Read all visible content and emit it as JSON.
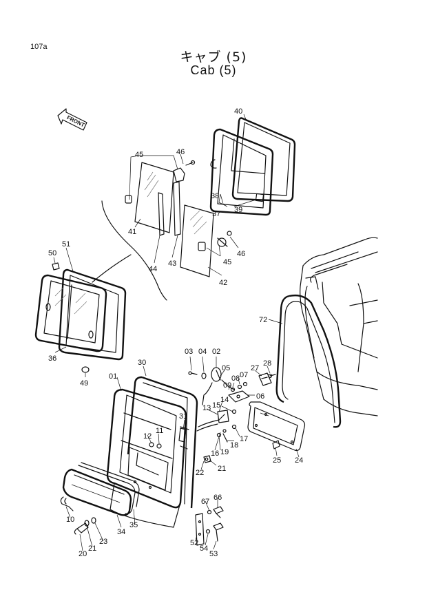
{
  "header": {
    "page_code": "107a",
    "title_jp": "キャブ (5)",
    "title_en": "Cab (5)"
  },
  "front_arrow": {
    "label": "FRONT"
  },
  "callouts": [
    {
      "id": "c40",
      "label": "40"
    },
    {
      "id": "c45a",
      "label": "45"
    },
    {
      "id": "c46a",
      "label": "46"
    },
    {
      "id": "c38",
      "label": "38"
    },
    {
      "id": "c37",
      "label": "37"
    },
    {
      "id": "c39",
      "label": "39"
    },
    {
      "id": "c41",
      "label": "41"
    },
    {
      "id": "c44",
      "label": "44"
    },
    {
      "id": "c43",
      "label": "43"
    },
    {
      "id": "c46b",
      "label": "46"
    },
    {
      "id": "c45b",
      "label": "45"
    },
    {
      "id": "c42",
      "label": "42"
    },
    {
      "id": "c51",
      "label": "51"
    },
    {
      "id": "c50",
      "label": "50"
    },
    {
      "id": "c36",
      "label": "36"
    },
    {
      "id": "c49",
      "label": "49"
    },
    {
      "id": "c72",
      "label": "72"
    },
    {
      "id": "c03",
      "label": "03"
    },
    {
      "id": "c04",
      "label": "04"
    },
    {
      "id": "c02",
      "label": "02"
    },
    {
      "id": "c05",
      "label": "05"
    },
    {
      "id": "c27",
      "label": "27"
    },
    {
      "id": "c28",
      "label": "28"
    },
    {
      "id": "c07",
      "label": "07"
    },
    {
      "id": "c08",
      "label": "08"
    },
    {
      "id": "c09",
      "label": "09"
    },
    {
      "id": "c06",
      "label": "06"
    },
    {
      "id": "c30",
      "label": "30"
    },
    {
      "id": "c01",
      "label": "01"
    },
    {
      "id": "c14",
      "label": "14"
    },
    {
      "id": "c15",
      "label": "15"
    },
    {
      "id": "c13",
      "label": "13"
    },
    {
      "id": "c17",
      "label": "17"
    },
    {
      "id": "c31",
      "label": "31"
    },
    {
      "id": "c12",
      "label": "12"
    },
    {
      "id": "c11",
      "label": "11"
    },
    {
      "id": "c18",
      "label": "18"
    },
    {
      "id": "c19",
      "label": "19"
    },
    {
      "id": "c16",
      "label": "16"
    },
    {
      "id": "c21a",
      "label": "21"
    },
    {
      "id": "c22",
      "label": "22"
    },
    {
      "id": "c25",
      "label": "25"
    },
    {
      "id": "c24",
      "label": "24"
    },
    {
      "id": "c67",
      "label": "67"
    },
    {
      "id": "c66",
      "label": "66"
    },
    {
      "id": "c10",
      "label": "10"
    },
    {
      "id": "c34",
      "label": "34"
    },
    {
      "id": "c35",
      "label": "35"
    },
    {
      "id": "c23",
      "label": "23"
    },
    {
      "id": "c21b",
      "label": "21"
    },
    {
      "id": "c20",
      "label": "20"
    },
    {
      "id": "c52",
      "label": "52"
    },
    {
      "id": "c54",
      "label": "54"
    },
    {
      "id": "c53",
      "label": "53"
    }
  ]
}
